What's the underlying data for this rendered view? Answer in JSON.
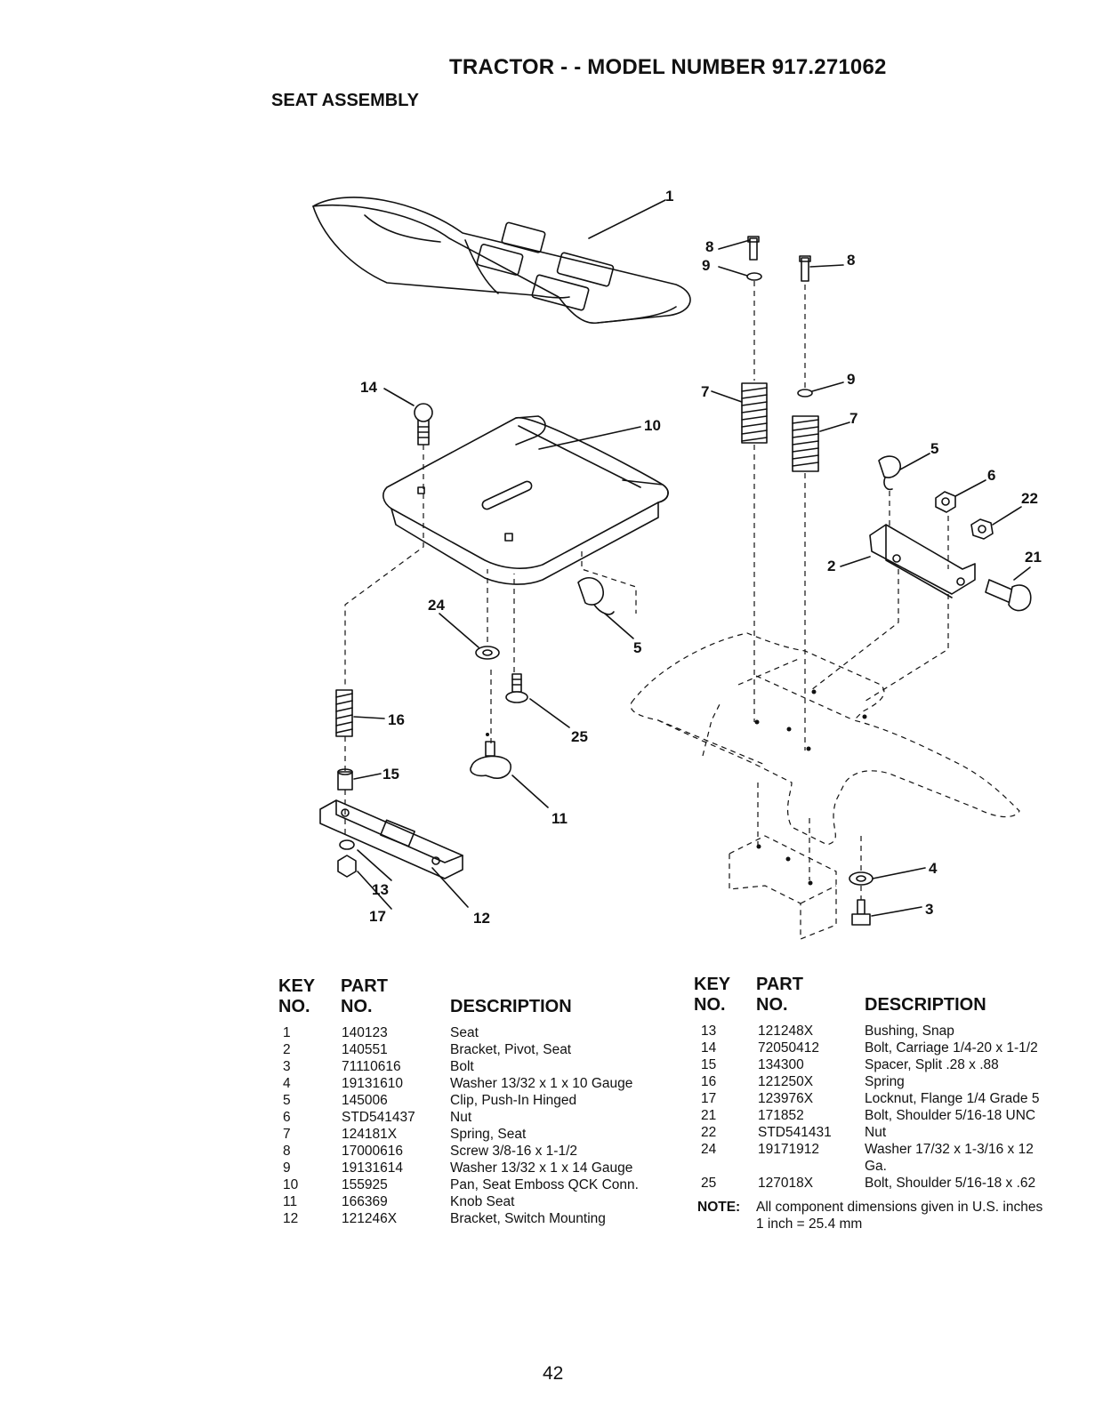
{
  "header": {
    "title": "TRACTOR - - MODEL NUMBER 917.271062",
    "subtitle": "SEAT ASSEMBLY"
  },
  "diagram_labels": [
    "1",
    "14",
    "10",
    "8",
    "9",
    "7",
    "8",
    "9",
    "7",
    "5",
    "6",
    "22",
    "21",
    "2",
    "24",
    "5",
    "16",
    "25",
    "15",
    "11",
    "13",
    "17",
    "12",
    "4",
    "3"
  ],
  "table": {
    "headers": {
      "key_line1": "KEY",
      "key_line2": "NO.",
      "part_line1": "PART",
      "part_line2": "NO.",
      "description": "DESCRIPTION"
    },
    "left_rows": [
      {
        "key": "1",
        "part": "140123",
        "desc": "Seat"
      },
      {
        "key": "2",
        "part": "140551",
        "desc": "Bracket, Pivot, Seat"
      },
      {
        "key": "3",
        "part": "71110616",
        "desc": "Bolt"
      },
      {
        "key": "4",
        "part": "19131610",
        "desc": "Washer 13/32 x 1 x 10 Gauge"
      },
      {
        "key": "5",
        "part": "145006",
        "desc": "Clip, Push-In Hinged"
      },
      {
        "key": "6",
        "part": "STD541437",
        "desc": "Nut"
      },
      {
        "key": "7",
        "part": "124181X",
        "desc": "Spring, Seat"
      },
      {
        "key": "8",
        "part": "17000616",
        "desc": "Screw 3/8-16 x 1-1/2"
      },
      {
        "key": "9",
        "part": "19131614",
        "desc": "Washer 13/32 x 1 x 14 Gauge"
      },
      {
        "key": "10",
        "part": "155925",
        "desc": "Pan, Seat Emboss QCK Conn."
      },
      {
        "key": "11",
        "part": "166369",
        "desc": "Knob Seat"
      },
      {
        "key": "12",
        "part": "121246X",
        "desc": "Bracket, Switch Mounting"
      }
    ],
    "right_rows": [
      {
        "key": "13",
        "part": "121248X",
        "desc": "Bushing, Snap",
        "desc2": ""
      },
      {
        "key": "14",
        "part": "72050412",
        "desc": "Bolt, Carriage 1/4-20 x 1-1/2",
        "desc2": ""
      },
      {
        "key": "15",
        "part": "134300",
        "desc": "Spacer, Split .28 x .88",
        "desc2": ""
      },
      {
        "key": "16",
        "part": "121250X",
        "desc": "Spring",
        "desc2": ""
      },
      {
        "key": "17",
        "part": "123976X",
        "desc": "Locknut, Flange 1/4 Grade 5",
        "desc2": ""
      },
      {
        "key": "21",
        "part": "171852",
        "desc": "Bolt, Shoulder 5/16-18 UNC",
        "desc2": ""
      },
      {
        "key": "22",
        "part": "STD541431",
        "desc": "Nut",
        "desc2": ""
      },
      {
        "key": "24",
        "part": "19171912",
        "desc": "Washer 17/32 x 1-3/16 x 12",
        "desc2": "Ga."
      },
      {
        "key": "25",
        "part": "127018X",
        "desc": "Bolt, Shoulder 5/16-18 x .62",
        "desc2": ""
      }
    ]
  },
  "note": {
    "label": "NOTE:",
    "text": "All component dimensions given in U.S. inches 1 inch = 25.4 mm"
  },
  "page_number": "42"
}
